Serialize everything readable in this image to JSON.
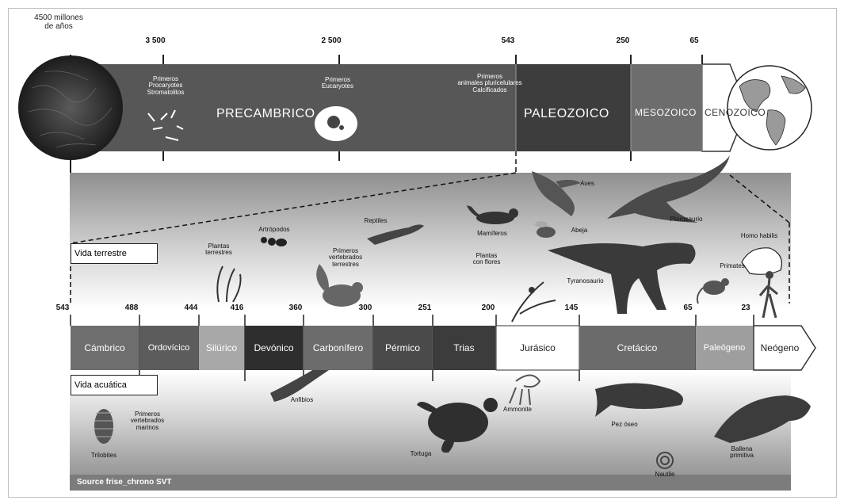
{
  "top": {
    "origin_label": "4500 millones\nde años",
    "ticks": [
      "3 500",
      "2 500",
      "543",
      "250",
      "65"
    ],
    "eras": [
      "PRECAMBRICO",
      "PALEOZOICO",
      "MESOZOICO",
      "CENOZOICO"
    ],
    "events": [
      "Primeros\nProcaryotes\nStromatolitos",
      "Primeros\nEucaryotes",
      "Primeros\nanimales pluricelulares\nCalcificados"
    ]
  },
  "bottom": {
    "ticks": [
      "543",
      "488",
      "444",
      "416",
      "360",
      "300",
      "251",
      "200",
      "145",
      "65",
      "23"
    ],
    "periods": [
      "Cámbrico",
      "Ordovícico",
      "Silúrico",
      "Devónico",
      "Carbonífero",
      "Pérmico",
      "Trias",
      "Jurásico",
      "Cretácico",
      "Paleógeno",
      "Neógeno"
    ]
  },
  "boxes": {
    "terrestrial": "Vida terrestre",
    "aquatic": "Vida acuática"
  },
  "life_labels": {
    "aves": "Aves",
    "pterosaurio": "Pterosaurio",
    "abeja": "Abeja",
    "mamiferos": "Mamíferos",
    "reptiles": "Reptiles",
    "artropodos": "Artrópodos",
    "plantas_terrestres": "Plantas\nterrestres",
    "vertebrados_terrestres": "Primeros\nvertebrados\nterrestres",
    "plantas_flores": "Plantas\ncon flores",
    "tyranosaurio": "Tyranosaurio",
    "primates": "Primates",
    "homo_habilis": "Homo habilis",
    "anfibios": "Anfibios",
    "vertebrados_marinos": "Primeros\nvertebrados\nmarinos",
    "trilobites": "Trilobites",
    "tortuga": "Tortuga",
    "ammonite": "Ammonite",
    "pez_oseo": "Pez óseo",
    "ballena": "Ballena\nprimitiva",
    "nautile": "Nautile"
  },
  "source": "Source frise_chrono SVT"
}
